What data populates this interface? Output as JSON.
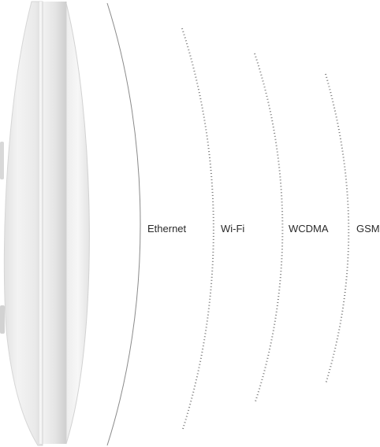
{
  "connections": [
    {
      "label": "Ethernet",
      "style": "solid"
    },
    {
      "label": "Wi-Fi",
      "style": "dashed"
    },
    {
      "label": "WCDMA",
      "style": "dashed"
    },
    {
      "label": "GSM",
      "style": "dashed"
    }
  ],
  "colors": {
    "background": "#ffffff",
    "device_body": "#ececec",
    "device_highlight": "#fafafa",
    "device_shadow": "#d4d4d4",
    "line": "#7a7a7a",
    "text": "#2a2a2a"
  }
}
